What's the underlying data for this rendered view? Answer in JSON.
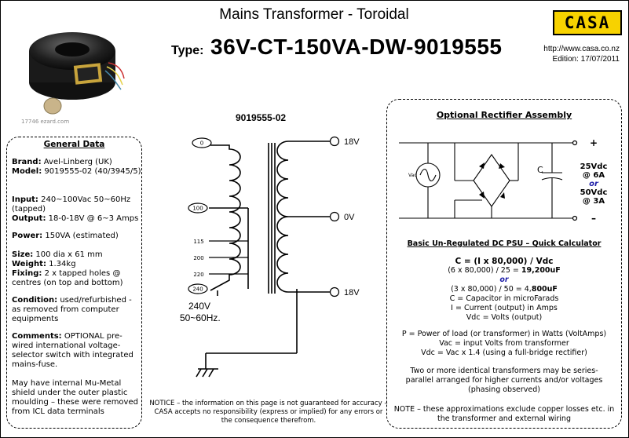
{
  "header": {
    "title": "Mains Transformer - Toroidal",
    "type_label": "Type:",
    "type_value": "36V-CT-150VA-DW-9019555",
    "logo": "CASA",
    "url": "http://www.casa.co.nz",
    "edition": "Edition: 17/07/2011"
  },
  "photo": {
    "watermark": "17746 ezard.com"
  },
  "general": {
    "title": "General Data",
    "brand_label": "Brand:",
    "brand": "Avel-Linberg (UK)",
    "model_label": "Model:",
    "model": "9019555-02 (40/3945/5)",
    "input_label": "Input:",
    "input": "240~100Vac 50~60Hz (tapped)",
    "output_label": "Output:",
    "output": "18-0-18V @ 6~3 Amps",
    "power_label": "Power:",
    "power": "150VA (estimated)",
    "size_label": "Size:",
    "size": "100 dia x 61 mm",
    "weight_label": "Weight:",
    "weight": "1.34kg",
    "fixing_label": "Fixing:",
    "fixing": "2 x tapped holes @ centres (on top and bottom)",
    "condition_label": "Condition:",
    "condition": "used/refurbished - as removed from computer equipments",
    "comments_label": "Comments:",
    "comments": "OPTIONAL pre-wired international voltage-selector switch with integrated mains-fuse.",
    "note": "May have internal Mu-Metal shield under the outer plastic moulding – these were removed from ICL data terminals"
  },
  "circuit": {
    "part_number": "9019555-02",
    "primary_taps": [
      "0",
      "100",
      "115",
      "200",
      "220",
      "240"
    ],
    "secondary_taps": [
      "18V",
      "0V",
      "18V"
    ],
    "input_voltage": "240V",
    "input_freq": "50~60Hz."
  },
  "notice": "NOTICE – the information on this page is not guaranteed for accuracy – CASA accepts no responsibility (express or implied) for any errors or the consequence therefrom.",
  "rectifier": {
    "title": "Optional Rectifier Assembly",
    "plus": "+",
    "minus": "–",
    "vac": "Vac",
    "cap": "C",
    "spec1": "25Vdc",
    "spec2": "@ 6A",
    "or": "or",
    "spec3": "50Vdc",
    "spec4": "@ 3A"
  },
  "calculator": {
    "title": "Basic Un-Regulated DC PSU – Quick Calculator",
    "formula": "C = (I x 80,000) / Vdc",
    "ex1_a": "(6 x 80,000) / 25 = ",
    "ex1_b": "19,200uF",
    "or": "or",
    "ex2_a": "(3 x 80,000) / 50 = 4,",
    "ex2_b": "800uF",
    "def1": "C = Capacitor in microFarads",
    "def2": "I = Current (output) in Amps",
    "def3": "Vdc = Volts (output)",
    "def4": "P = Power of load (or transformer) in Watts (VoltAmps)",
    "def5": "Vac = input Volts from transformer",
    "def6": "Vdc = Vac x 1.4 (using a full-bridge rectifier)",
    "series_note": "Two or more identical transformers may be series-parallel arranged for higher currents and/or voltages (phasing observed)",
    "note": "NOTE – these approximations exclude copper losses etc. in the transformer and external wiring"
  }
}
